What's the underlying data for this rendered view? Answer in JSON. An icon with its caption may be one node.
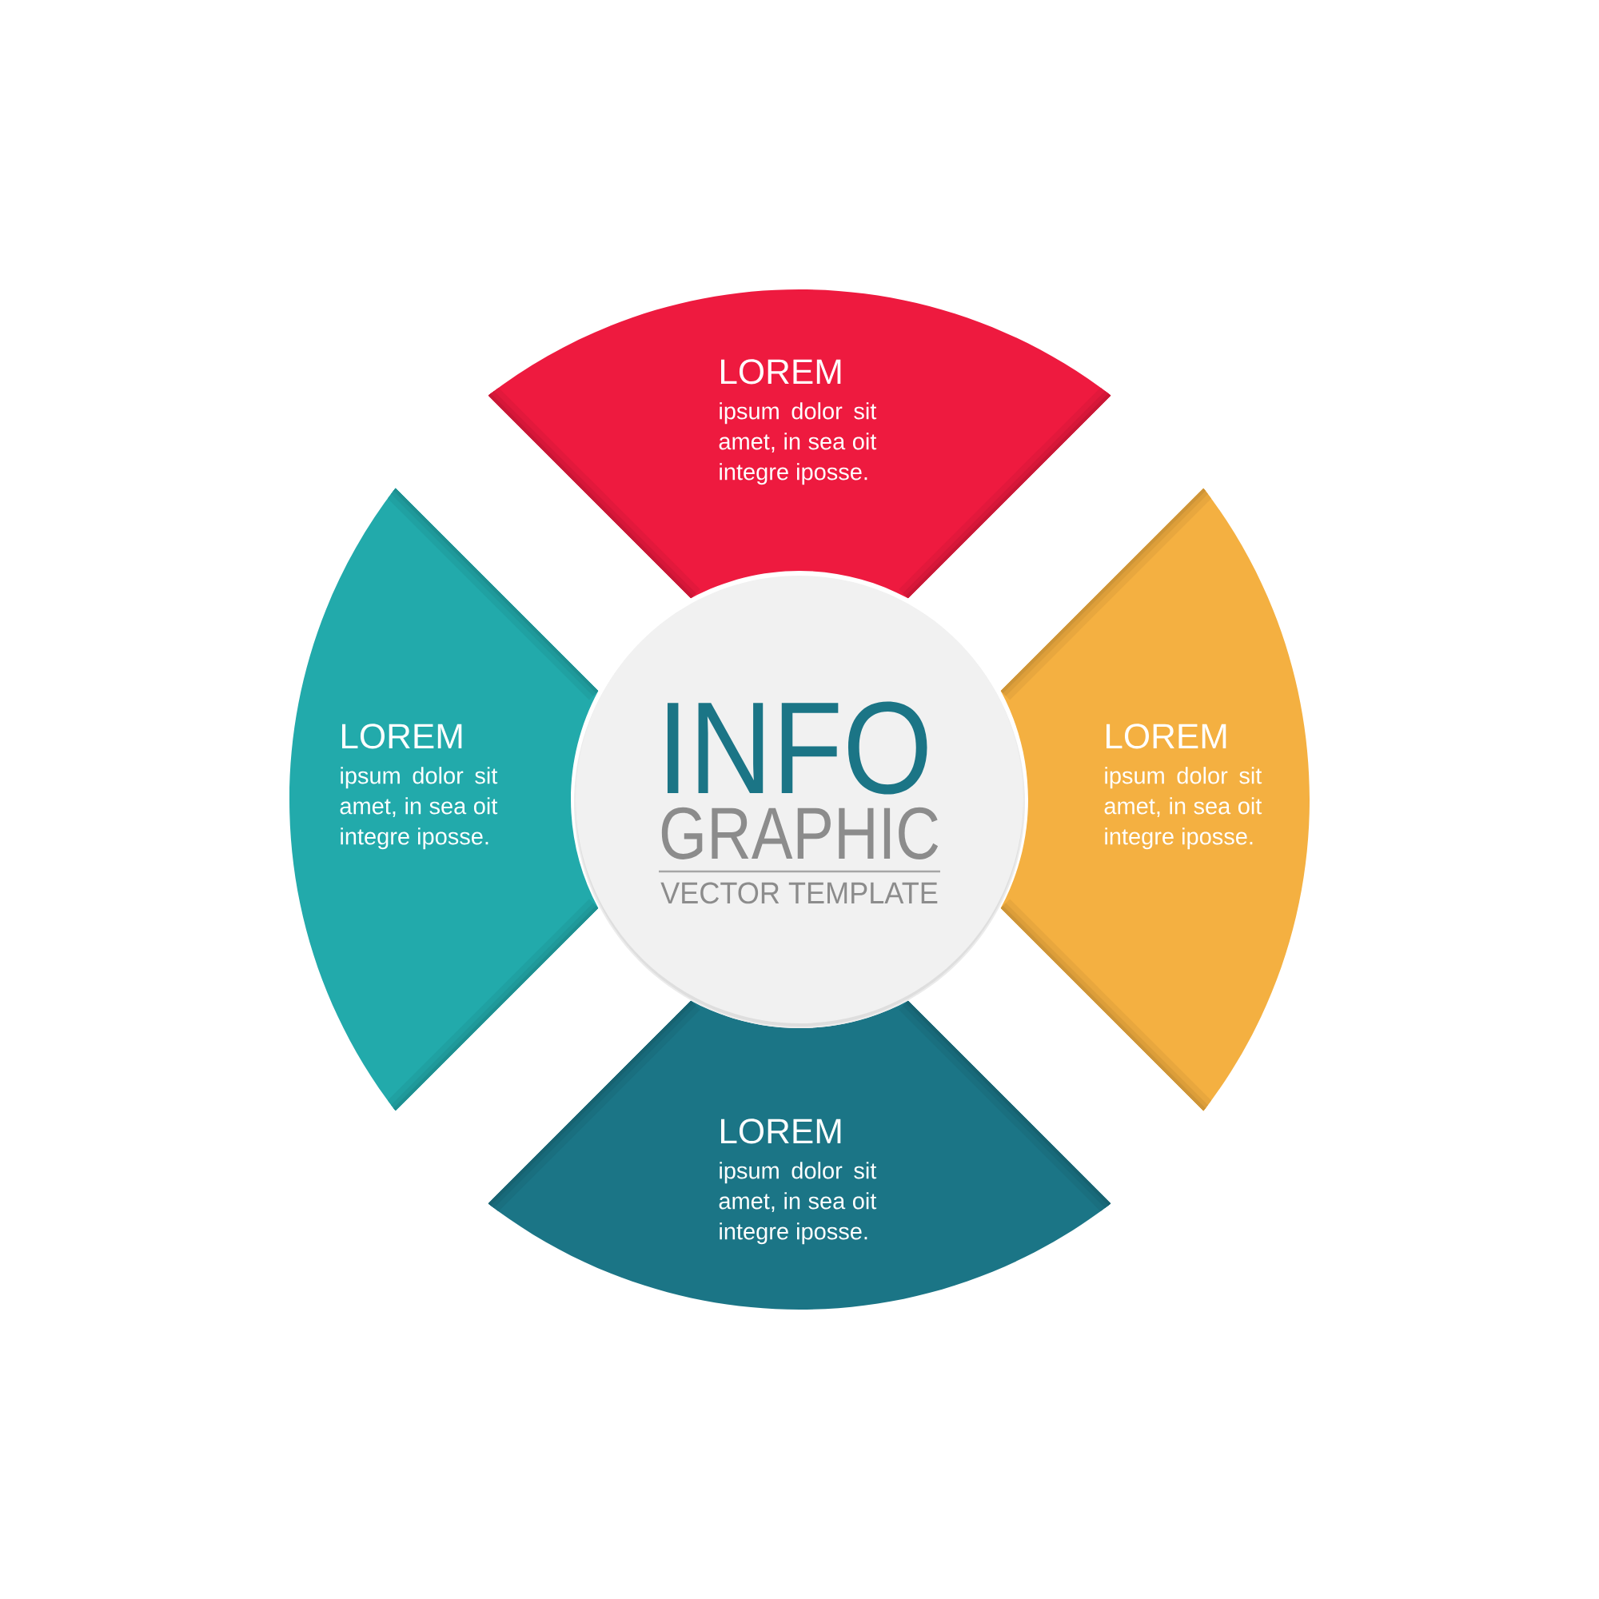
{
  "diagram": {
    "nodes": [
      {
        "text": [
          "LOREM",
          "ipsum dolor sit amet, in sea oit integre iposse."
        ]
      },
      {
        "text": [
          "LOREM",
          "ipsum dolor sit amet, in sea oit integre iposse."
        ]
      },
      {
        "text": [
          "INFO",
          "GRAPHIC",
          "VECTOR TEMPLATE"
        ]
      },
      {
        "text": [
          "LOREM",
          "ipsum dolor sit amet, in sea oit integre iposse."
        ]
      },
      {
        "text": [
          "LOREM",
          "ipsum dolor sit amet, in sea oit integre iposse."
        ]
      }
    ]
  }
}
